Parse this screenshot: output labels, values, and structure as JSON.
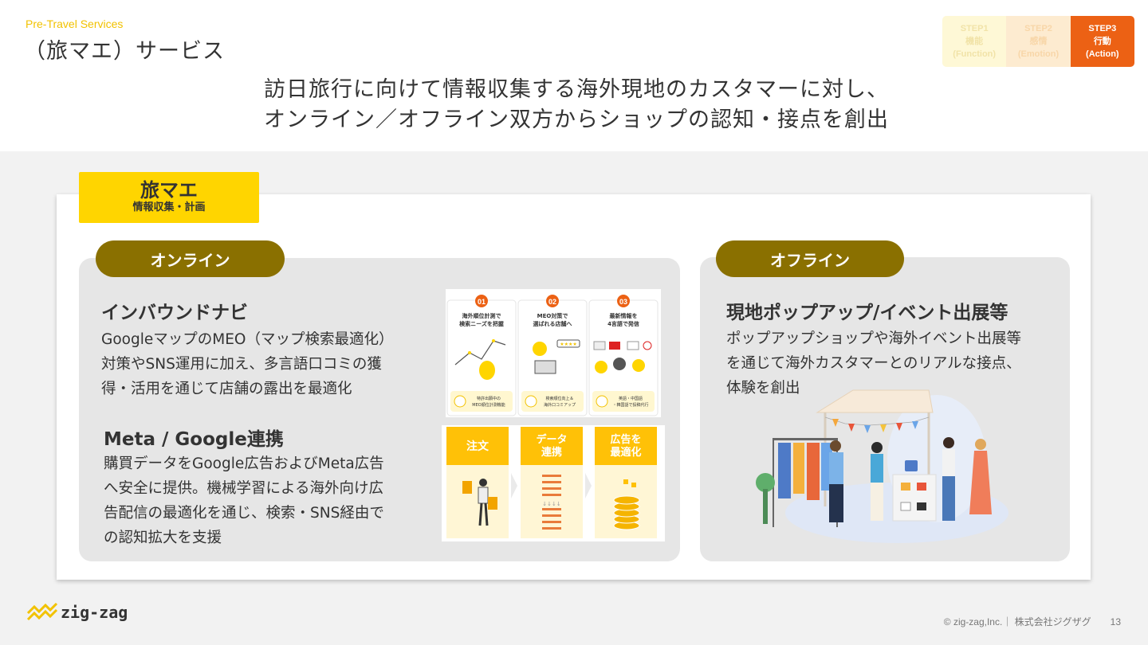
{
  "header": {
    "eyebrow": "Pre-Travel Services",
    "title": "（旅マエ）サービス",
    "headline_line1": "訪日旅行に向けて情報収集する海外現地のカスタマーに対し、",
    "headline_line2": "オンライン／オフライン双方からショップの認知・接点を創出"
  },
  "steps": [
    {
      "label": "STEP1",
      "sub": "機能",
      "en": "(Function)"
    },
    {
      "label": "STEP2",
      "sub": "感情",
      "en": "(Emotion)"
    },
    {
      "label": "STEP3",
      "sub": "行動",
      "en": "(Action)"
    }
  ],
  "tag": {
    "title": "旅マエ",
    "subtitle": "情報収集・計画"
  },
  "online": {
    "pill": "オンライン",
    "section1_title": "インバウンドナビ",
    "section1_body": [
      "GoogleマップのMEO（マップ検索最適化）",
      "対策やSNS運用に加え、多言語口コミの獲",
      "得・活用を通じて店舗の露出を最適化"
    ],
    "section2_title": "Meta / Google連携",
    "section2_body": [
      "購買データをGoogle広告およびMeta広告",
      "へ安全に提供。機械学習による海外向け広",
      "告配信の最適化を通じ、検索・SNS経由で",
      "の認知拡大を支援"
    ],
    "infographic": {
      "cols": [
        {
          "num": "01",
          "title1": "海外順位計測で",
          "title2": "検索ニーズを把握",
          "foot1": "特許出願中の",
          "foot2": "MEO順位計測機能"
        },
        {
          "num": "02",
          "title1": "MEO対策で",
          "title2": "選ばれる店舗へ",
          "foot1": "検索順位向上＆",
          "foot2": "海外口コミアップ"
        },
        {
          "num": "03",
          "title1": "最新情報を",
          "title2": "4言語で発信",
          "foot1": "英語・中国語",
          "foot2": "・韓国語で投稿代行"
        }
      ]
    },
    "flow": [
      {
        "line1": "注文",
        "line2": ""
      },
      {
        "line1": "データ",
        "line2": "連携"
      },
      {
        "line1": "広告を",
        "line2": "最適化"
      }
    ]
  },
  "offline": {
    "pill": "オフライン",
    "title": "現地ポップアップ/イベント出展等",
    "body": [
      "ポップアップショップや海外イベント出展等",
      "を通じて海外カスタマーとのリアルな接点、",
      "体験を創出"
    ]
  },
  "footer": {
    "logo": "zig-zag",
    "copyright": "© zig-zag,Inc.｜ 株式会社ジグザグ　　13"
  },
  "colors": {
    "yellow": "#ffd500",
    "olive": "#8a7000",
    "orange": "#ec6114"
  }
}
